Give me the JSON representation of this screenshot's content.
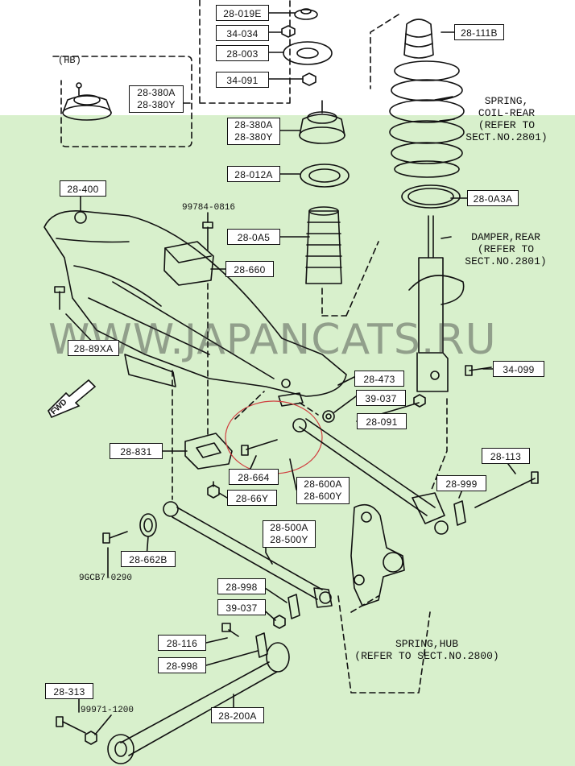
{
  "variant_label": "(HB)",
  "watermark": "WWW.JAPANCATS.RU",
  "fwd_label": "FWD",
  "labels": {
    "p28_019E": "28-019E",
    "p34_034": "34-034",
    "p28_003": "28-003",
    "p34_091": "34-091",
    "p28_111B": "28-111B",
    "hb_380": [
      "28-380A",
      "28-380Y"
    ],
    "p28_380": [
      "28-380A",
      "28-380Y"
    ],
    "p28_012A": "28-012A",
    "p28_0A3A": "28-0A3A",
    "p28_400": "28-400",
    "p28_0A5": "28-0A5",
    "p28_660": "28-660",
    "p28_89XA": "28-89XA",
    "p34_099": "34-099",
    "p28_473": "28-473",
    "p39_037a": "39-037",
    "p28_091": "28-091",
    "p28_831": "28-831",
    "p28_664": "28-664",
    "p28_600": [
      "28-600A",
      "28-600Y"
    ],
    "p28_113": "28-113",
    "p28_999": "28-999",
    "p28_66Y": "28-66Y",
    "p28_500": [
      "28-500A",
      "28-500Y"
    ],
    "p28_662B": "28-662B",
    "p28_998a": "28-998",
    "p39_037b": "39-037",
    "p28_116": "28-116",
    "p28_998b": "28-998",
    "p28_313": "28-313",
    "p28_200A": "28-200A"
  },
  "plain_parts": {
    "bolt_99784": "99784-0816",
    "bolt_9GCB7": "9GCB7-0290",
    "bolt_99971": "99971-1200"
  },
  "notes": {
    "spring": [
      "SPRING,",
      "COIL-REAR",
      "(REFER TO",
      "SECT.NO.2801)"
    ],
    "damper": [
      "DAMPER,REAR",
      "(REFER TO",
      "SECT.NO.2801)"
    ],
    "hub": [
      "SPRING,HUB",
      "(REFER TO SECT.NO.2800)"
    ]
  }
}
